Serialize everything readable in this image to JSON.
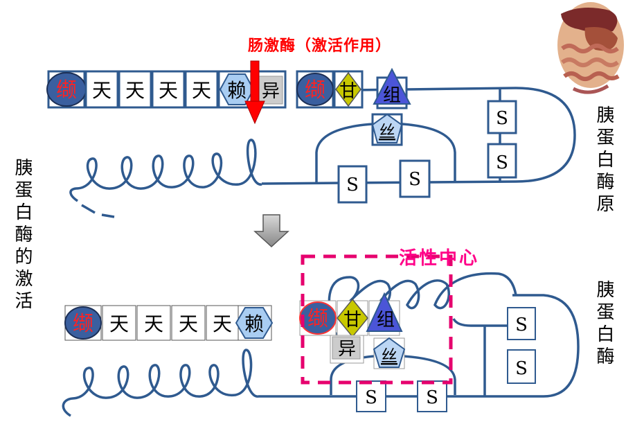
{
  "title_enzyme": "肠激酶（激活作用）",
  "left_caption": "胰蛋白酶的激活",
  "right_top_caption": "胰蛋白酶原",
  "right_bottom_caption": "胰蛋白酶",
  "active_center_label": "活性中心",
  "residues": {
    "val": "缬",
    "asp": "天",
    "lys": "赖",
    "ile": "异",
    "gly": "甘",
    "his": "组",
    "ser": "丝",
    "disulfide": "S"
  },
  "colors": {
    "backbone": "#2f5a8f",
    "arrow_red": "#ff0000",
    "dashed_box": "#e6006e",
    "val_fill": "#3a5f9f",
    "val_text": "#ff2222",
    "lys_fill": "#a9cdf2",
    "ile_fill": "#cccccc",
    "gly_fill": "#c8c800",
    "his_fill": "#4b55d8",
    "ser_fill": "#bcd6f4"
  },
  "icons": [
    "digestive-organs-icon",
    "transition-arrow-icon",
    "cleavage-arrow-icon"
  ]
}
